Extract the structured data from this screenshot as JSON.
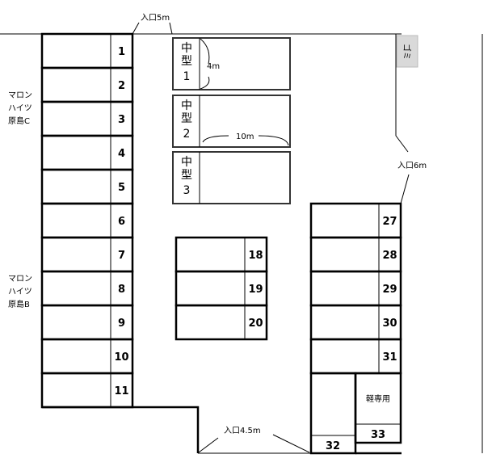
{
  "entrances": {
    "top": "入口5m",
    "right": "入口6m",
    "bottom": "入口4.5m"
  },
  "buildings": {
    "c": [
      "マロン",
      "ハイツ",
      "原島C"
    ],
    "b": [
      "マロン",
      "ハイツ",
      "原島B"
    ]
  },
  "garbage": "ゴミ",
  "left_spaces": [
    "1",
    "2",
    "3",
    "4",
    "5",
    "6",
    "7",
    "8",
    "9",
    "10",
    "11"
  ],
  "middle_spaces": [
    "18",
    "19",
    "20"
  ],
  "right_spaces": [
    "27",
    "28",
    "29",
    "30",
    "31"
  ],
  "medium_spaces": [
    {
      "kind": "中",
      "kind2": "型",
      "num": "1"
    },
    {
      "kind": "中",
      "kind2": "型",
      "num": "2"
    },
    {
      "kind": "中",
      "kind2": "型",
      "num": "3"
    }
  ],
  "dimensions": {
    "width": "4m",
    "length": "10m"
  },
  "kei_only": "軽専用",
  "space_32": "32",
  "space_33": "33",
  "colors": {
    "garbage_fill": "#d9d9d9"
  }
}
